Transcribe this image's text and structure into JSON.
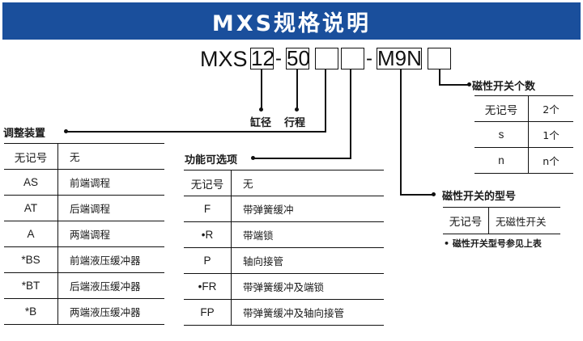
{
  "header": {
    "title": "MXS规格说明"
  },
  "model_code": {
    "prefix": "MXS",
    "segments": [
      {
        "name": "bore",
        "value": "12"
      },
      {
        "name": "sep1",
        "value": "-"
      },
      {
        "name": "stroke",
        "value": "50"
      },
      {
        "name": "adjuster",
        "value": ""
      },
      {
        "name": "function",
        "value": ""
      },
      {
        "name": "sep2",
        "value": "-"
      },
      {
        "name": "switch",
        "value": "M9N"
      },
      {
        "name": "switch_count",
        "value": ""
      }
    ]
  },
  "labels": {
    "bore": "缸径",
    "stroke": "行程",
    "adjuster": "调整装置",
    "function": "功能可选项",
    "switch_count": "磁性开关个数",
    "switch_type": "磁性开关的型号"
  },
  "adjuster_table": {
    "rows": [
      {
        "code": "无记号",
        "desc": "无"
      },
      {
        "code": "AS",
        "desc": "前端调程"
      },
      {
        "code": "AT",
        "desc": "后端调程"
      },
      {
        "code": "A",
        "desc": "两端调程"
      },
      {
        "code": "*BS",
        "desc": "前端液压缓冲器"
      },
      {
        "code": "*BT",
        "desc": "后端液压缓冲器"
      },
      {
        "code": "*B",
        "desc": "两端液压缓冲器"
      }
    ]
  },
  "function_table": {
    "rows": [
      {
        "code": "无记号",
        "desc": "无"
      },
      {
        "code": "F",
        "desc": "带弹簧缓冲"
      },
      {
        "code": "•R",
        "desc": "带端锁"
      },
      {
        "code": "P",
        "desc": "轴向接管"
      },
      {
        "code": "•FR",
        "desc": "带弹簧缓冲及端锁"
      },
      {
        "code": "FP",
        "desc": "带弹簧缓冲及轴向接管"
      }
    ]
  },
  "switch_count_table": {
    "rows": [
      {
        "code": "无记号",
        "desc": "2个"
      },
      {
        "code": "s",
        "desc": "1个"
      },
      {
        "code": "n",
        "desc": "n个"
      }
    ]
  },
  "switch_type_table": {
    "rows": [
      {
        "code": "无记号",
        "desc": "无磁性开关"
      }
    ],
    "note": "• 磁性开关型号参见上表"
  },
  "colors": {
    "banner": "#1a4f9c",
    "banner_text": "#ffffff",
    "line": "#111111"
  }
}
